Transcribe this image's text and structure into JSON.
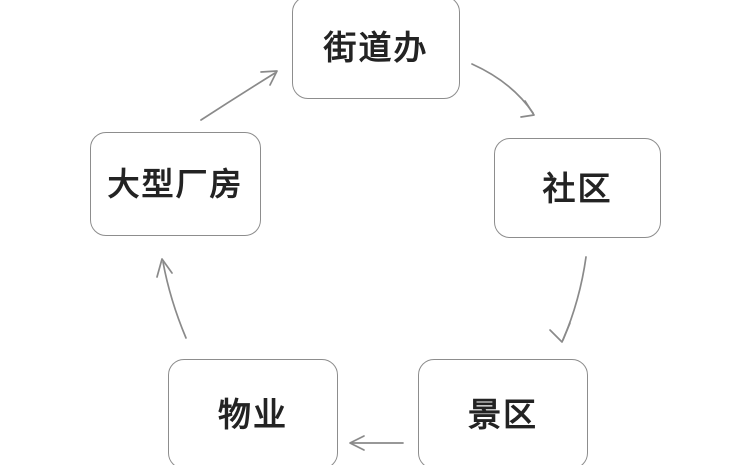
{
  "diagram": {
    "type": "cycle-flow",
    "direction": "clockwise",
    "background_color": "#ffffff",
    "node_border_color": "#8d8d8d",
    "node_fill_color": "#ffffff",
    "text_color": "#232323",
    "arrow_color": "#8a8a8a",
    "nodes": [
      {
        "id": "street-office",
        "label": "街道办",
        "position": "top"
      },
      {
        "id": "community",
        "label": "社区",
        "position": "right"
      },
      {
        "id": "scenic-area",
        "label": "景区",
        "position": "bottom-right"
      },
      {
        "id": "property",
        "label": "物业",
        "position": "bottom-left"
      },
      {
        "id": "factory",
        "label": "大型厂房",
        "position": "left"
      }
    ],
    "edges": [
      {
        "id": "edge-street-office-to-community",
        "from": "街道办",
        "to": "社区",
        "style": "curved-arrow"
      },
      {
        "id": "edge-community-to-scenic-area",
        "from": "社区",
        "to": "景区",
        "style": "curved-arrow"
      },
      {
        "id": "edge-scenic-area-to-property",
        "from": "景区",
        "to": "物业",
        "style": "straight-arrow"
      },
      {
        "id": "edge-property-to-factory",
        "from": "物业",
        "to": "大型厂房",
        "style": "curved-arrow"
      },
      {
        "id": "edge-factory-to-street-office",
        "from": "大型厂房",
        "to": "街道办",
        "style": "curved-arrow"
      }
    ]
  }
}
